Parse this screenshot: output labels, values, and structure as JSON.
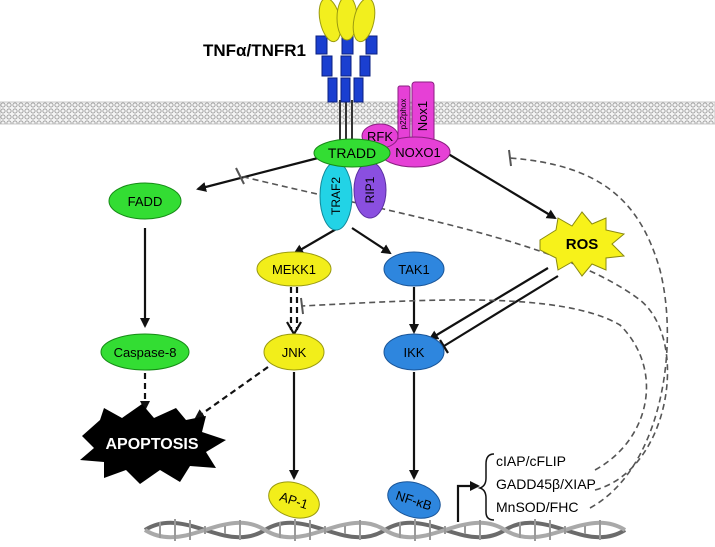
{
  "receptor": {
    "label": "TNFα/TNFR1"
  },
  "complex": {
    "tradd": "TRADD",
    "traf2": "TRAF2",
    "rip1": "RIP1",
    "rfk": "RFK",
    "noxo1": "NOXO1",
    "p22phox": "p22phox",
    "nox1": "Nox1"
  },
  "nodes": {
    "fadd": "FADD",
    "caspase8": "Caspase-8",
    "apoptosis": "APOPTOSIS",
    "mekk1": "MEKK1",
    "tak1": "TAK1",
    "jnk": "JNK",
    "ikk": "IKK",
    "ros": "ROS",
    "ap1": "AP-1",
    "nfkb": "NF-κB"
  },
  "targets": [
    "cIAP/cFLIP",
    "GADD45β/XIAP",
    "MnSOD/FHC"
  ],
  "colors": {
    "green": "#33dd33",
    "yellow": "#f2ee1a",
    "blue": "#2e86de",
    "cyan": "#22d3e6",
    "purple": "#8a4fe0",
    "magenta": "#e640d6",
    "receptor_blue": "#1a3fd0",
    "receptor_yellow": "#f2ef1e"
  }
}
